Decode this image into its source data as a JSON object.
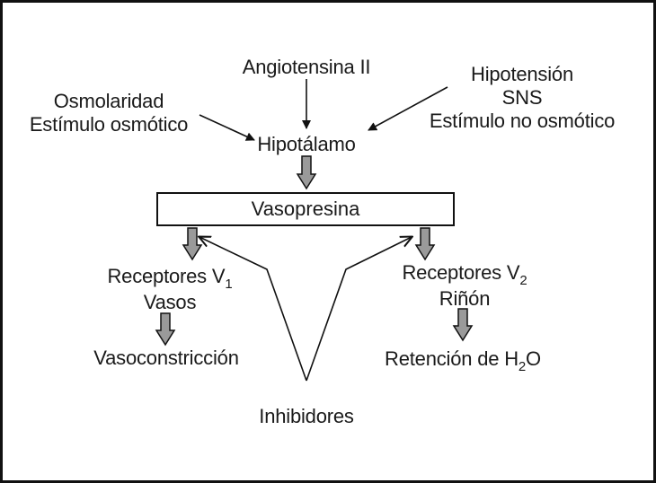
{
  "diagram": {
    "angiotensin": "Angiotensina II",
    "osmolarity": {
      "line1": "Osmolaridad",
      "line2": "Estímulo osmótico"
    },
    "hypotension": {
      "line1": "Hipotensión",
      "line2": "SNS",
      "line3": "Estímulo no osmótico"
    },
    "hypothalamus": "Hipotálamo",
    "vasopressin": "Vasopresina",
    "receptor_v1": {
      "prefix": "Receptores V",
      "subscript": "1",
      "line2": "Vasos"
    },
    "receptor_v2": {
      "prefix": "Receptores V",
      "subscript": "2",
      "line2": "Riñón"
    },
    "vasoconstriction": "Vasoconstricción",
    "water_retention": {
      "prefix": "Retención de H",
      "subscript": "2",
      "suffix": "O"
    },
    "inhibitors": "Inhibidores"
  },
  "colors": {
    "line": "#111111",
    "block_arrow_fill": "#9a9a9a",
    "text": "#1a1a1a"
  }
}
